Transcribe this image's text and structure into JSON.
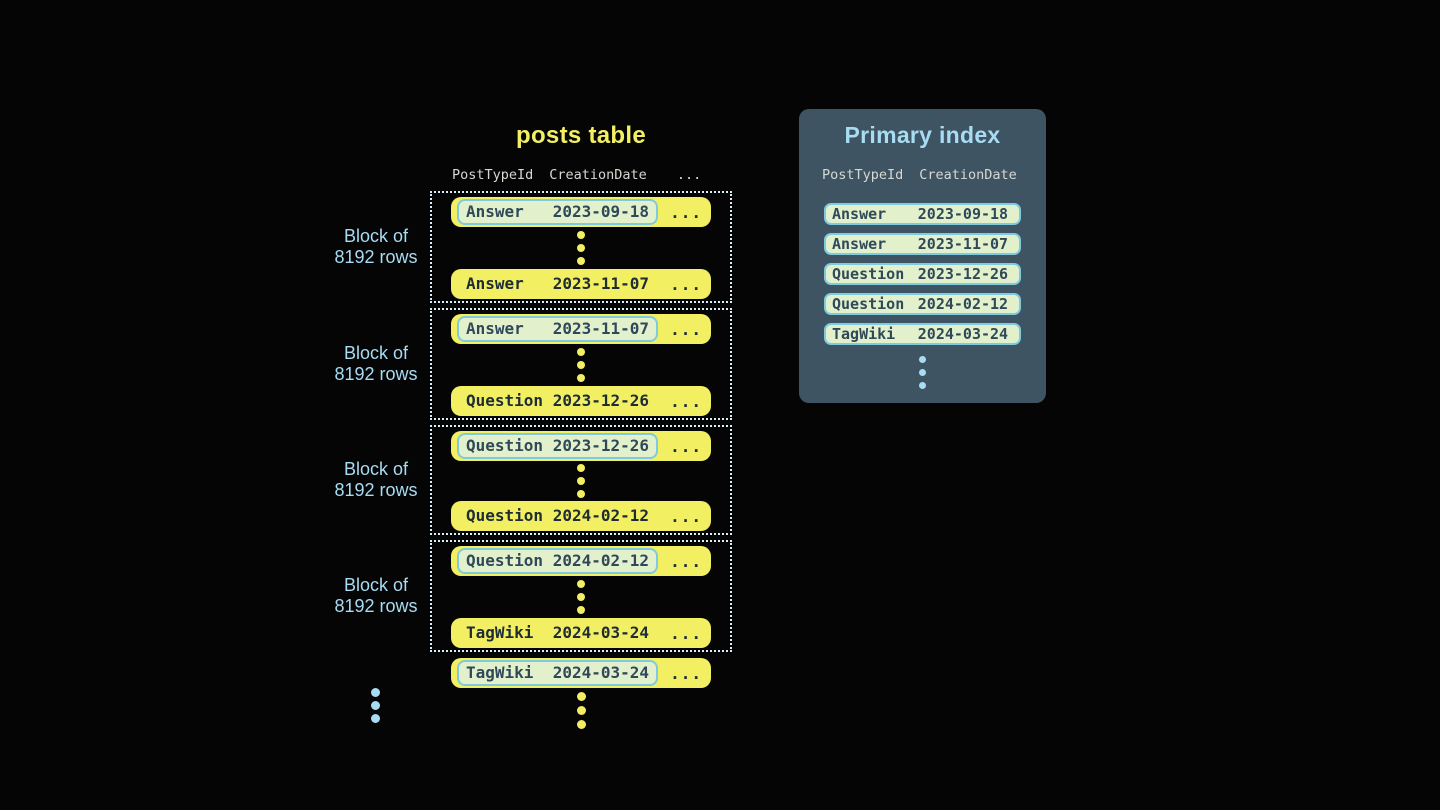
{
  "colors": {
    "bg": "#050505",
    "yellow": "#f3ef63",
    "ink": "#1d2c35",
    "pill-bg": "#e2f0cc",
    "pill-border": "#7ecbe0",
    "pill-ink": "#30495a",
    "blue": "#a8dcf2",
    "panel": "#3e5463",
    "header": "#d6d9d1",
    "dotted": "#d9eef7"
  },
  "posts_table": {
    "title": "posts table",
    "columns": [
      "PostTypeId",
      "CreationDate",
      "..."
    ],
    "ellipsis": "...",
    "block_label": {
      "line1": "Block of",
      "line2": "8192 rows"
    },
    "blocks": [
      {
        "first": {
          "type": "Answer",
          "date": "2023-09-18"
        },
        "last": {
          "type": "Answer",
          "date": "2023-11-07"
        }
      },
      {
        "first": {
          "type": "Answer",
          "date": "2023-11-07"
        },
        "last": {
          "type": "Question",
          "date": "2023-12-26"
        }
      },
      {
        "first": {
          "type": "Question",
          "date": "2023-12-26"
        },
        "last": {
          "type": "Question",
          "date": "2024-02-12"
        }
      },
      {
        "first": {
          "type": "Question",
          "date": "2024-02-12"
        },
        "last": {
          "type": "TagWiki",
          "date": "2024-03-24"
        }
      }
    ],
    "next_block_first_row": {
      "type": "TagWiki",
      "date": "2024-03-24"
    }
  },
  "primary_index": {
    "title": "Primary index",
    "columns": [
      "PostTypeId",
      "CreationDate"
    ],
    "rows": [
      {
        "type": "Answer",
        "date": "2023-09-18"
      },
      {
        "type": "Answer",
        "date": "2023-11-07"
      },
      {
        "type": "Question",
        "date": "2023-12-26"
      },
      {
        "type": "Question",
        "date": "2024-02-12"
      },
      {
        "type": "TagWiki",
        "date": "2024-03-24"
      }
    ]
  }
}
